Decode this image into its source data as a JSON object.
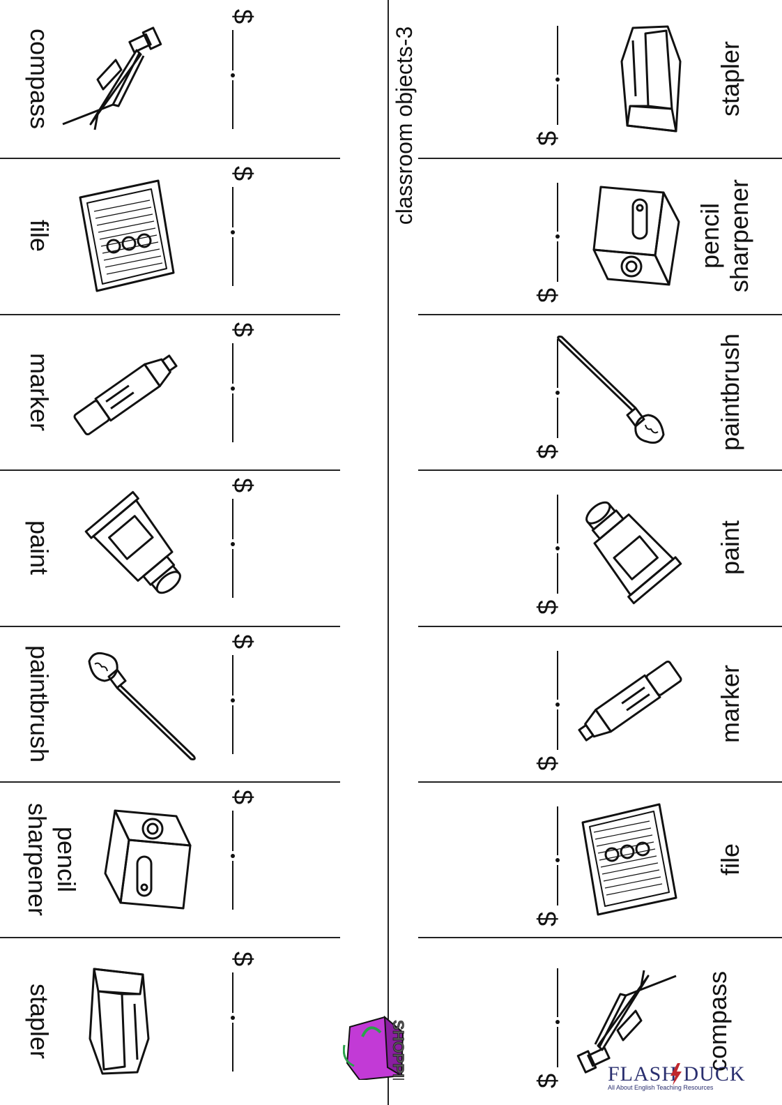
{
  "title": "classroom objects-3",
  "currency_symbol": "$",
  "left_column": [
    {
      "label": "compass",
      "icon": "compass-icon"
    },
    {
      "label": "file",
      "icon": "file-binder-icon"
    },
    {
      "label": "marker",
      "icon": "marker-icon"
    },
    {
      "label": "paint",
      "icon": "paint-tube-icon"
    },
    {
      "label": "paintbrush",
      "icon": "paintbrush-icon"
    },
    {
      "label": "pencil sharpener",
      "icon": "pencil-sharpener-icon"
    },
    {
      "label": "stapler",
      "icon": "stapler-icon"
    }
  ],
  "right_column": [
    {
      "label": "stapler",
      "icon": "stapler-icon"
    },
    {
      "label": "pencil sharpener",
      "icon": "pencil-sharpener-icon"
    },
    {
      "label": "paintbrush",
      "icon": "paintbrush-icon"
    },
    {
      "label": "paint",
      "icon": "paint-tube-icon"
    },
    {
      "label": "marker",
      "icon": "marker-icon"
    },
    {
      "label": "file",
      "icon": "file-binder-icon"
    },
    {
      "label": "compass",
      "icon": "compass-icon"
    }
  ],
  "shopping_logo": {
    "text": "SHOPPING",
    "icon": "shopping-bag-icon"
  },
  "brand": {
    "name": "FLASH DUCK",
    "tagline": "All About English Teaching Resources",
    "icon": "lightning-bolt-icon"
  }
}
